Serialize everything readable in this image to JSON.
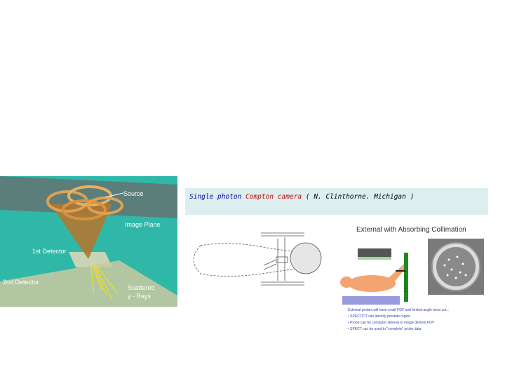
{
  "compton_figure": {
    "labels": {
      "source": "Source",
      "image_plane": "Image Plane",
      "first_detector": "1st Detector",
      "second_detector": "2nd Detector",
      "scattered": "Scattered",
      "gamma_rays": "γ - Rays"
    }
  },
  "caption": {
    "part1": "Single photon ",
    "part2": "Compton camera",
    "part3": " ( N. Clinthorne. Michigan )"
  },
  "collimation_panel": {
    "title": "External with Absorbing Collimation",
    "intro": "External probes will have small FOV and limited-angle tomo cut...",
    "bullets": [
      "SPECT/CT can identify prostate region",
      "Probe can be computer steered to image desired FOV",
      "SPECT can be used to \"complete\" probe data"
    ]
  },
  "colors": {
    "figure_background": "#2fb8a8",
    "caption_background": "#ddeeee",
    "caption_blue": "#0000aa",
    "caption_red": "#cc0000"
  }
}
